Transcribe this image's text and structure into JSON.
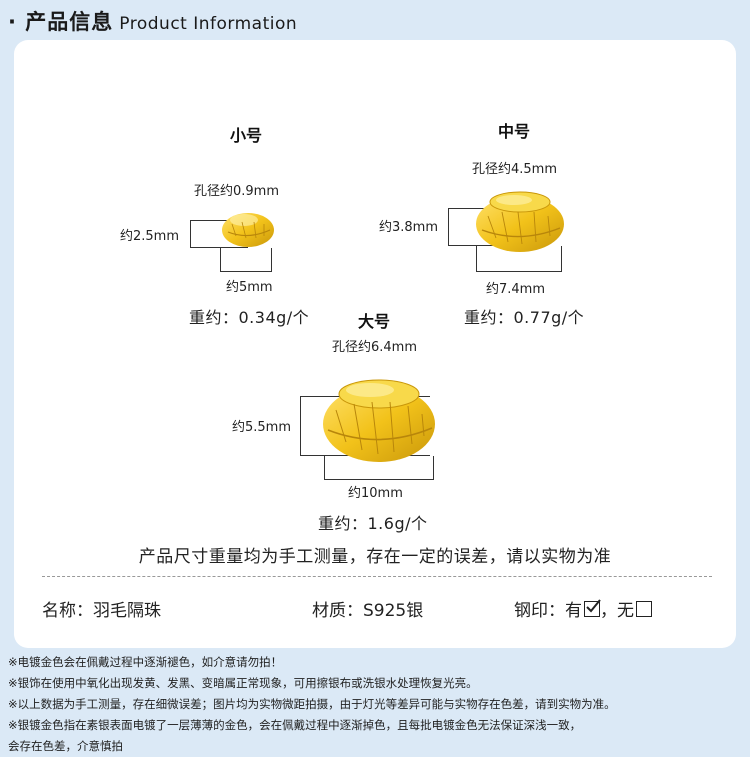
{
  "header": {
    "title_cn": "· 产品信息",
    "title_en": "Product Information"
  },
  "small": {
    "title": "小号",
    "hole": "孔径约0.9mm",
    "height": "约2.5mm",
    "width": "约5mm",
    "weight": "重约：0.34g/个"
  },
  "medium": {
    "title": "中号",
    "hole": "孔径约4.5mm",
    "height": "约3.8mm",
    "width": "约7.4mm",
    "weight": "重约：0.77g/个"
  },
  "large": {
    "title": "大号",
    "hole": "孔径约6.4mm",
    "height": "约5.5mm",
    "width": "约10mm",
    "weight": "重约：1.6g/个"
  },
  "measure_note": "产品尺寸重量均为手工测量，存在一定的误差，请以实物为准",
  "info": {
    "name": "名称：羽毛隔珠",
    "material": "材质：S925银",
    "stamp_label": "钢印：有",
    "stamp_no": "，无",
    "stamp_yes_checked": true,
    "stamp_no_checked": false
  },
  "colors": {
    "background": "#dbe9f6",
    "card": "#ffffff",
    "gold": "#f2c21a",
    "gold_dark": "#c9970a"
  },
  "footer_notes": [
    "※电镀金色会在佩戴过程中逐渐褪色，如介意请勿拍！",
    "※银饰在使用中氧化出现发黄、发黑、变暗属正常现象，可用擦银布或洗银水处理恢复光亮。",
    "※以上数据为手工测量，存在细微误差；图片均为实物微距拍摄，由于灯光等差异可能与实物存在色差，请到实物为准。",
    "※银镀金色指在素银表面电镀了一层薄薄的金色，会在佩戴过程中逐渐掉色，且每批电镀金色无法保证深浅一致，",
    "会存在色差，介意慎拍"
  ]
}
